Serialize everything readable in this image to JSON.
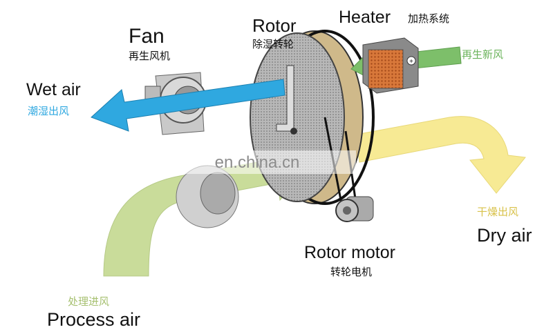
{
  "labels": {
    "fan": {
      "en": "Fan",
      "cn": "再生风机"
    },
    "rotor": {
      "en": "Rotor",
      "cn": "除湿转轮"
    },
    "heater": {
      "en": "Heater",
      "cn": "加热系统"
    },
    "fresh_air": {
      "cn": "再生新风"
    },
    "wet_air": {
      "en": "Wet air",
      "cn": "潮湿出风"
    },
    "dry_air": {
      "en": "Dry air",
      "cn": "干燥出风"
    },
    "rotor_motor": {
      "en": "Rotor motor",
      "cn": "转轮电机"
    },
    "process_air": {
      "en": "Process air",
      "cn": "处理进风"
    }
  },
  "watermark": "en.china.cn",
  "colors": {
    "wet_air": "#2fa8e0",
    "process_air": "#c9dc9a",
    "dry_air": "#f7ea94",
    "fresh_air": "#7dbf6a",
    "heater": "#d8783a"
  }
}
